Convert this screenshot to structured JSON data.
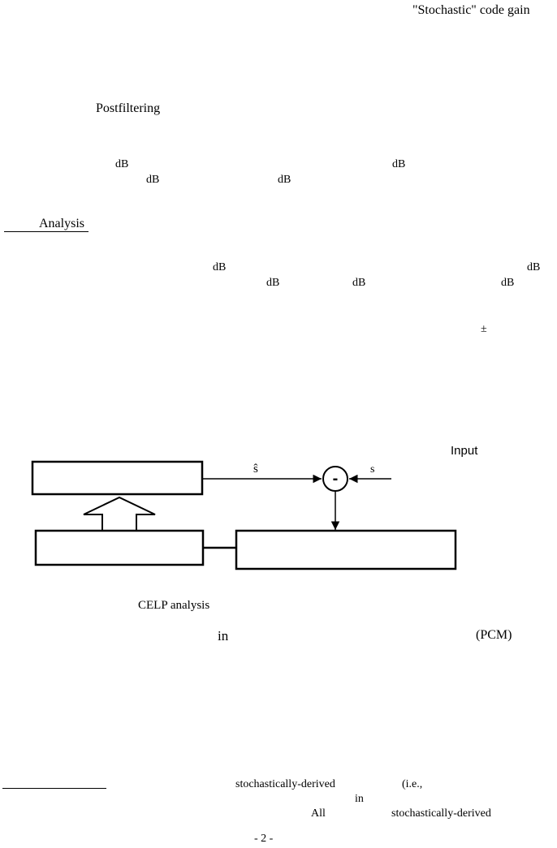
{
  "header": {
    "title": "\"Stochastic\" code gain"
  },
  "sections": {
    "postfiltering": "Postfiltering",
    "analysis": "Analysis"
  },
  "fragments": {
    "db": "dB",
    "plus_minus": "±",
    "in": "in",
    "pcm": "(PCM)",
    "caption": "CELP analysis"
  },
  "diagram": {
    "input_label": "Input",
    "s_hat": "ŝ",
    "s": "s",
    "minus": "-"
  },
  "footnote": {
    "term1": "stochastically-derived",
    "ie": "(i.e.,",
    "in": "in",
    "all": "All",
    "term2": "stochastically-derived"
  },
  "page_number": "- 2 -"
}
